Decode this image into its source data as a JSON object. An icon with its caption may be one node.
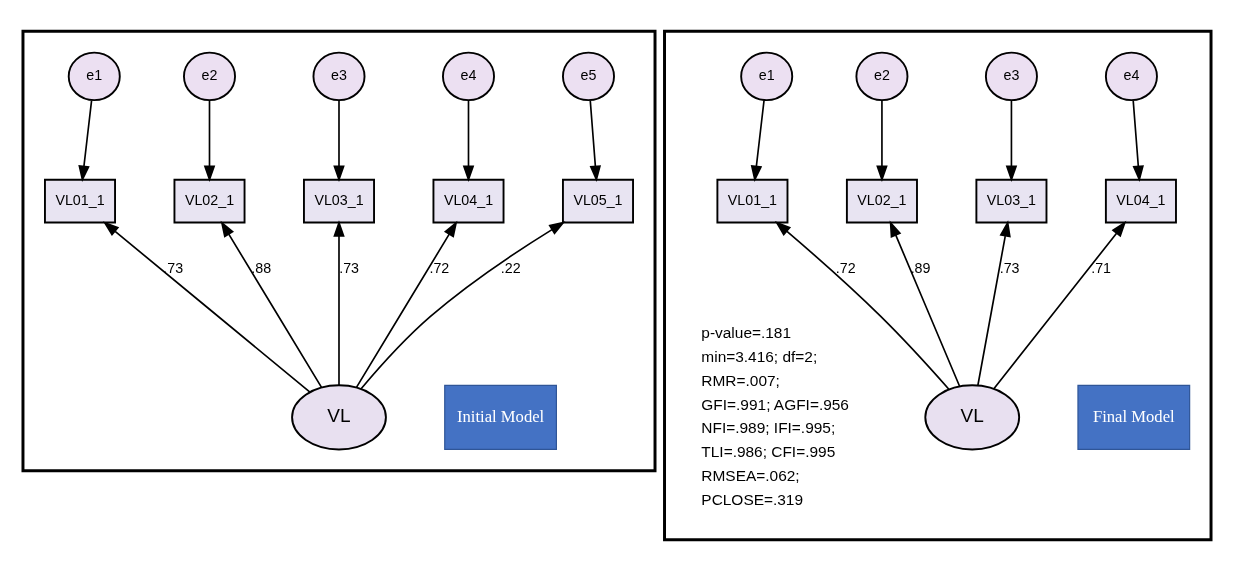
{
  "diagram": {
    "nodes": [
      {
        "text": [],
        "shape": "box"
      },
      {
        "text": [
          "e1"
        ],
        "in": 0
      },
      {
        "text": [
          "e2"
        ],
        "in": 0
      },
      {
        "text": [
          "e3"
        ],
        "in": 0
      },
      {
        "text": [
          "e4"
        ],
        "in": 0
      },
      {
        "text": [
          "e5"
        ],
        "in": 0
      },
      {
        "text": [
          "VL01_1"
        ],
        "in": 0
      },
      {
        "text": [
          "VL02_1"
        ],
        "in": 0
      },
      {
        "text": [
          "VL03_1"
        ],
        "in": 0
      },
      {
        "text": [
          "VL04_1"
        ],
        "in": 0
      },
      {
        "text": [
          "VL05_1"
        ],
        "in": 0
      },
      {
        "text": [
          "VL"
        ],
        "in": 0
      },
      {
        "text": [
          "Initial Model"
        ],
        "in": 0
      },
      {
        "text": [],
        "shape": "box"
      },
      {
        "text": [
          "e1"
        ],
        "in": 13
      },
      {
        "text": [
          "e2"
        ],
        "in": 13
      },
      {
        "text": [
          "e3"
        ],
        "in": 13
      },
      {
        "text": [
          "e4"
        ],
        "in": 13
      },
      {
        "text": [
          "VL01_1"
        ],
        "in": 13
      },
      {
        "text": [
          "VL02_1"
        ],
        "in": 13
      },
      {
        "text": [
          "VL03_1"
        ],
        "in": 13
      },
      {
        "text": [
          "VL04_1"
        ],
        "in": 13
      },
      {
        "text": [
          "VL"
        ],
        "in": 13
      },
      {
        "text": [
          "Final Model"
        ],
        "in": 13
      }
    ],
    "edges": [
      {
        "from": 1,
        "to": 6,
        "arrow": "to"
      },
      {
        "from": 2,
        "to": 7,
        "arrow": "to"
      },
      {
        "from": 3,
        "to": 8,
        "arrow": "to"
      },
      {
        "from": 4,
        "to": 9,
        "arrow": "to"
      },
      {
        "from": 5,
        "to": 10,
        "arrow": "to"
      },
      {
        "from": 11,
        "to": 6,
        "arrow": "to",
        "label": ".73"
      },
      {
        "from": 11,
        "to": 7,
        "arrow": "to",
        "label": ".88"
      },
      {
        "from": 11,
        "to": 8,
        "arrow": "to",
        "label": ".73"
      },
      {
        "from": 11,
        "to": 9,
        "arrow": "to",
        "label": ".72"
      },
      {
        "from": 11,
        "to": 10,
        "arrow": "to",
        "label": ".22"
      },
      {
        "from": 14,
        "to": 18,
        "arrow": "to"
      },
      {
        "from": 15,
        "to": 19,
        "arrow": "to"
      },
      {
        "from": 16,
        "to": 20,
        "arrow": "to"
      },
      {
        "from": 17,
        "to": 21,
        "arrow": "to"
      },
      {
        "from": 22,
        "to": 18,
        "arrow": "to",
        "label": ".72"
      },
      {
        "from": 22,
        "to": 19,
        "arrow": "to",
        "label": ".89"
      },
      {
        "from": 22,
        "to": 20,
        "arrow": "to",
        "label": ".73"
      },
      {
        "from": 22,
        "to": 21,
        "arrow": "to",
        "label": ".71"
      }
    ],
    "labels": [
      "p-value=.181",
      "min=3.416; df=2;",
      "RMR=.007;",
      "GFI=.991; AGFI=.956",
      "NFI=.989; IFI=.995;",
      "TLI=.986; CFI=.995",
      "RMSEA=.062;",
      "PCLOSE=.319"
    ]
  }
}
